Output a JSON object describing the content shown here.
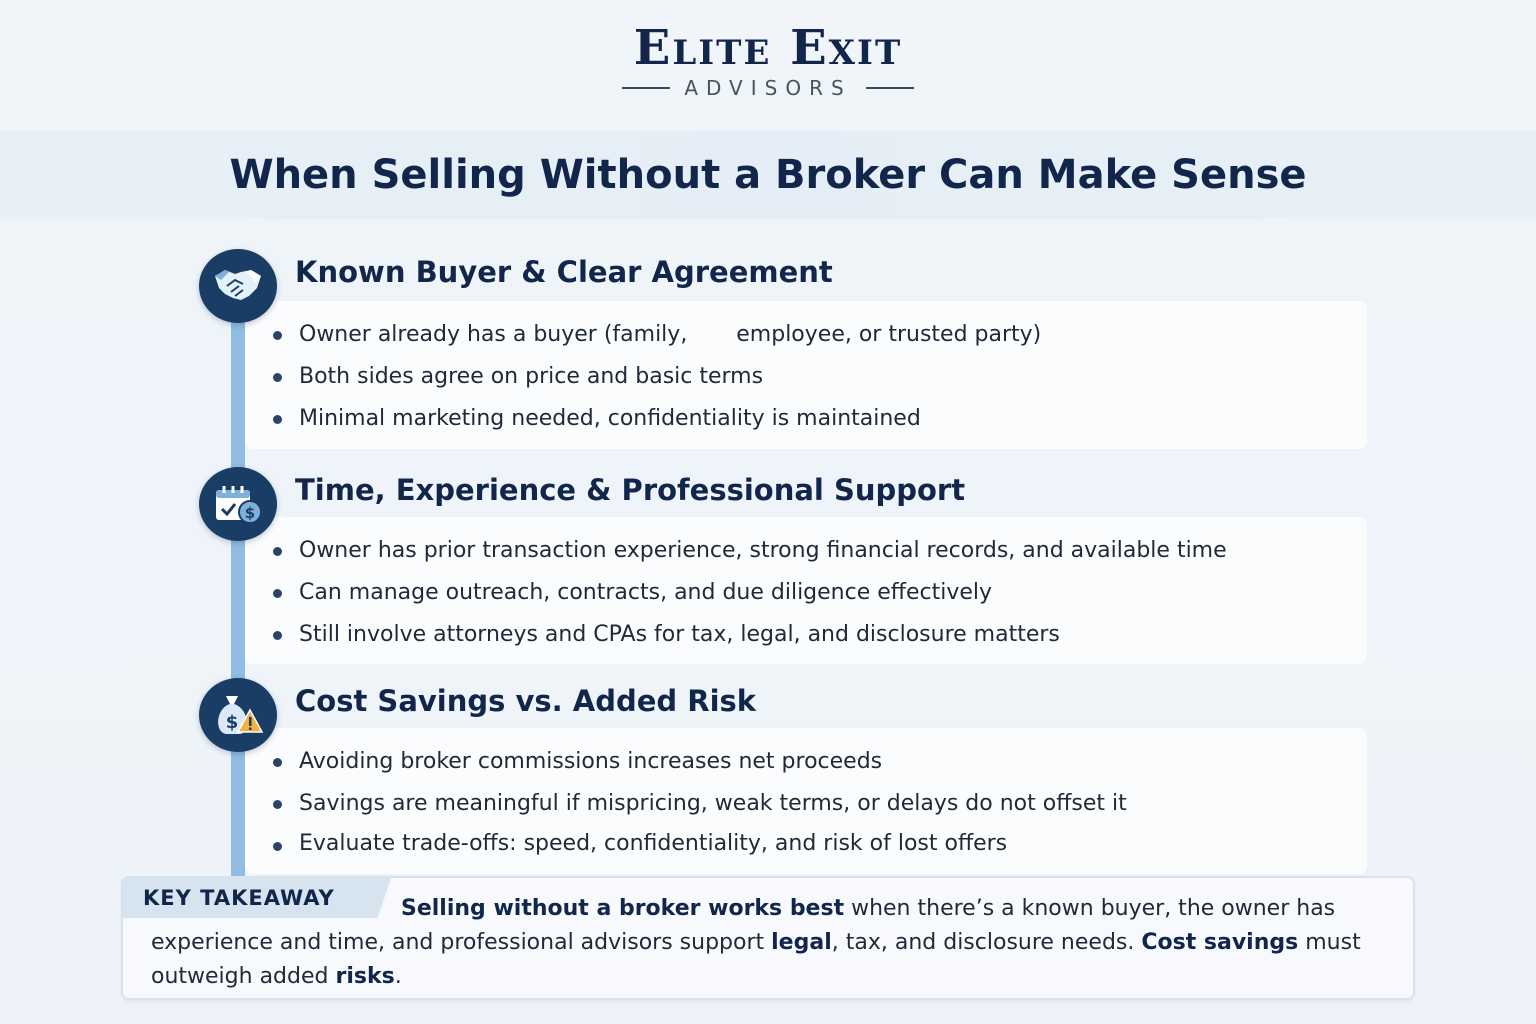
{
  "logo": {
    "main": "Elite Exit",
    "sub": "ADVISORS"
  },
  "page_title": "When Selling Without a Broker Can Make Sense",
  "colors": {
    "navy": "#11264a",
    "icon_bg": "#1a3d66",
    "timeline": "#8fbde3",
    "tag_bg": "#d6e4f0",
    "warning": "#f2b33d"
  },
  "sections": [
    {
      "icon": "handshake-icon",
      "title": "Known Buyer & Clear Agreement",
      "bullets": [
        "Owner already has a buyer (family,       employee, or trusted party)",
        "Both sides agree on price and basic terms",
        "Minimal marketing needed, confidentiality is maintained"
      ]
    },
    {
      "icon": "calendar-dollar-icon",
      "title": "Time, Experience & Professional Support",
      "bullets": [
        "Owner has prior transaction experience, strong financial records, and available time",
        "Can manage outreach, contracts, and due diligence effectively",
        "Still involve attorneys and CPAs for tax, legal, and disclosure matters"
      ]
    },
    {
      "icon": "money-bag-warning-icon",
      "title": "Cost Savings vs. Added Risk",
      "bullets": [
        "Avoiding broker commissions increases net proceeds",
        "Savings are meaningful if mispricing, weak terms, or delays do not offset it",
        "Evaluate trade-offs: speed, confidentiality, and risk of lost offers"
      ]
    }
  ],
  "takeaway": {
    "label": "KEY TAKEAWAY",
    "parts": [
      {
        "text": "Selling without a broker works best",
        "bold": true
      },
      {
        "text": " when there’s a known buyer, the owner has experience and time, and professional advisors support ",
        "bold": false
      },
      {
        "text": "legal",
        "bold": true
      },
      {
        "text": ", tax, and disclosure needs. ",
        "bold": false
      },
      {
        "text": "Cost savings",
        "bold": true
      },
      {
        "text": " must outweigh added ",
        "bold": false
      },
      {
        "text": "risks",
        "bold": true
      },
      {
        "text": ".",
        "bold": false
      }
    ]
  }
}
